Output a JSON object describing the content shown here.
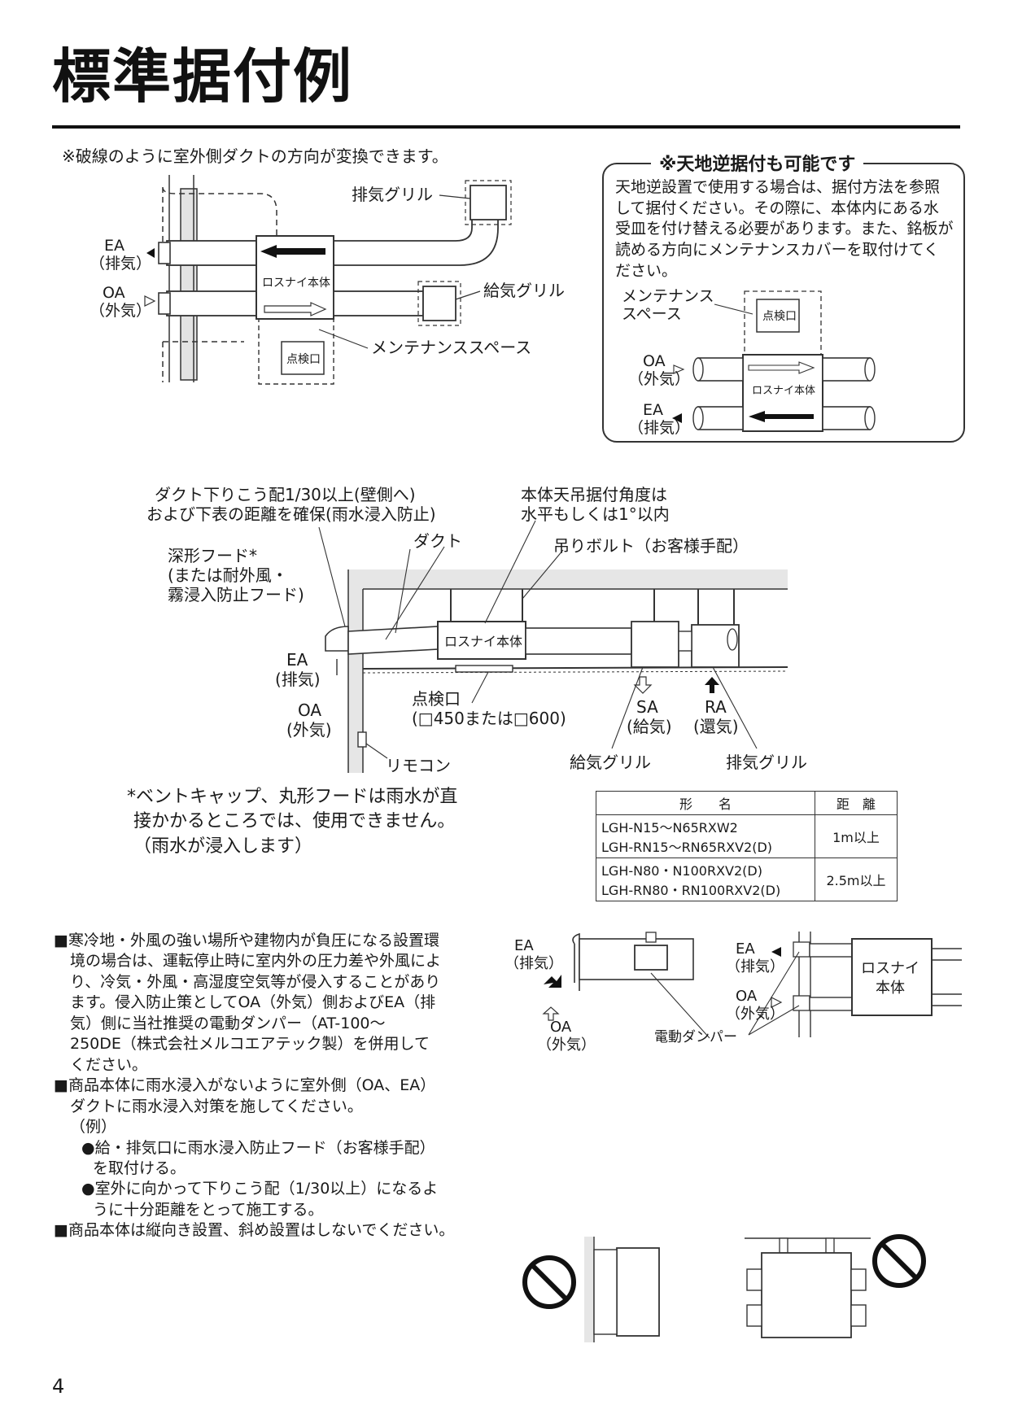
{
  "page": {
    "title": "標準据付例",
    "page_number": "4"
  },
  "top_note": "※破線のように室外側ダクトの方向が変換できます。",
  "figure1": {
    "exhaust_grille": "排気グリル",
    "supply_grille": "給気グリル",
    "maintenance_space": "メンテナンススペース",
    "lossnay_body": "ロスナイ本体",
    "inspection_port": "点検口",
    "ea": "EA",
    "ea_sub": "（排気）",
    "oa": "OA",
    "oa_sub": "（外気）"
  },
  "inverted_box": {
    "title": "※天地逆据付も可能です",
    "body": "天地逆設置で使用する場合は、据付方法を参照して据付ください。その際に、本体内にある水受皿を付け替える必要があります。また、銘板が読める方向にメンテナンスカバーを取付けてください。",
    "maintenance_line1": "メンテナンス",
    "maintenance_line2": "スペース",
    "inspection_port": "点検口",
    "lossnay_body": "ロスナイ本体",
    "oa": "OA",
    "oa_sub": "（外気）",
    "ea": "EA",
    "ea_sub": "（排気）"
  },
  "figure2": {
    "duct_slope_line1": "ダクト下りこう配1/30以上(壁側へ)",
    "duct_slope_line2": "および下表の距離を確保(雨水浸入防止)",
    "angle_line1": "本体天吊据付角度は",
    "angle_line2": "水平もしくは1°以内",
    "hood_line1": "深形フード*",
    "hood_line2": "(または耐外風・",
    "hood_line3": "霧浸入防止フード)",
    "duct": "ダクト",
    "bolt": "吊りボルト（お客様手配）",
    "lossnay_body": "ロスナイ本体",
    "ea": "EA",
    "ea_sub": "(排気)",
    "oa": "OA",
    "oa_sub": "(外気)",
    "inspection_line1": "点検口",
    "inspection_line2": "(□450または□600)",
    "sa": "SA",
    "sa_sub": "(給気)",
    "ra": "RA",
    "ra_sub": "(還気)",
    "remote": "リモコン",
    "supply_grille": "給気グリル",
    "exhaust_grille": "排気グリル"
  },
  "caveat": {
    "line1": "*ベントキャップ、丸形フードは雨水が直",
    "line2": "接かかるところでは、使用できません。",
    "line3": "（雨水が浸入します）"
  },
  "spec_table": {
    "headers": [
      "形　　名",
      "距　離"
    ],
    "rows": [
      {
        "models": [
          "LGH-N15～N65RXW2",
          "LGH-RN15～RN65RXV2(D)"
        ],
        "distance": "1m以上"
      },
      {
        "models": [
          "LGH-N80・N100RXV2(D)",
          "LGH-RN80・RN100RXV2(D)"
        ],
        "distance": "2.5m以上"
      }
    ]
  },
  "notes": {
    "p1_lines": [
      "■寒冷地・外風の強い場所や建物内が負圧になる設置環",
      "境の場合は、運転停止時に室内外の圧力差や外風によ",
      "り、冷気・外風・高湿度空気等が侵入することがあり",
      "ます。侵入防止策としてOA（外気）側およびEA（排",
      "気）側に当社推奨の電動ダンパー（AT-100～",
      "250DE（株式会社メルコエアテック製）を併用して",
      "ください。"
    ],
    "p2_lines": [
      "■商品本体に雨水浸入がないように室外側（OA、EA）",
      "ダクトに雨水浸入対策を施してください。"
    ],
    "example": "（例）",
    "ex1_lines": [
      "●給・排気口に雨水浸入防止フード（お客様手配）",
      "を取付ける。"
    ],
    "ex2_lines": [
      "●室外に向かって下りこう配（1/30以上）になるよ",
      "うに十分距離をとって施工する。"
    ],
    "p3": "■商品本体は縦向き設置、斜め設置はしないでください。"
  },
  "damper_figure": {
    "ea": "EA",
    "ea_sub": "（排気）",
    "oa": "OA",
    "oa_sub": "（外気）",
    "damper": "電動ダンパー",
    "lossnay_line1": "ロスナイ",
    "lossnay_line2": "本体"
  }
}
